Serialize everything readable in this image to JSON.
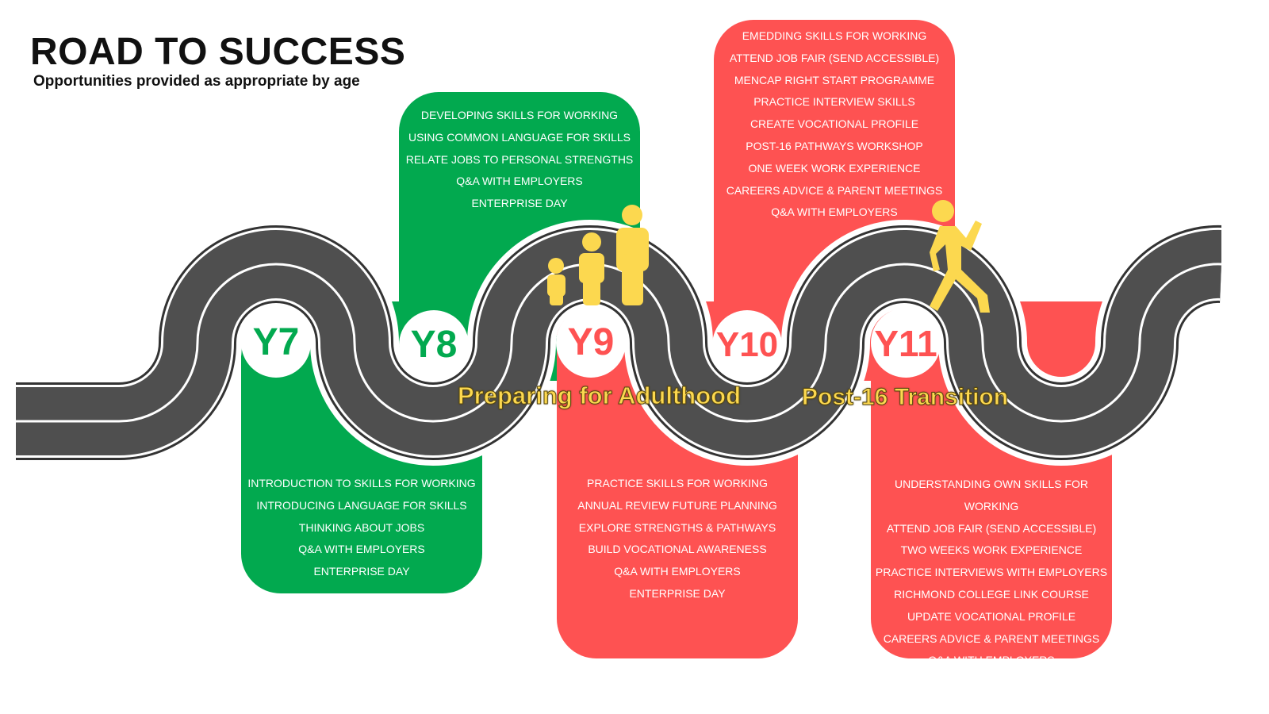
{
  "header": {
    "title": "ROAD TO SUCCESS",
    "subtitle": "Opportunities provided as appropriate by age"
  },
  "stages": {
    "preparing": "Preparing for Adulthood",
    "post16": "Post-16 Transition"
  },
  "colors": {
    "green": "#02a94f",
    "red": "#fe5252",
    "yellow": "#fcd84f",
    "road": "#4f4f4f"
  },
  "years": [
    {
      "label": "Y7",
      "items": [
        "INTRODUCTION TO SKILLS FOR WORKING",
        "INTRODUCING LANGUAGE FOR SKILLS",
        "THINKING ABOUT JOBS",
        "Q&A WITH EMPLOYERS",
        "ENTERPRISE DAY"
      ]
    },
    {
      "label": "Y8",
      "items": [
        "DEVELOPING SKILLS FOR WORKING",
        "USING COMMON LANGUAGE FOR  SKILLS",
        "RELATE JOBS TO PERSONAL STRENGTHS",
        "Q&A WITH EMPLOYERS",
        "ENTERPRISE DAY"
      ]
    },
    {
      "label": "Y9",
      "items": [
        "PRACTICE SKILLS FOR WORKING",
        "ANNUAL REVIEW FUTURE PLANNING",
        "EXPLORE  STRENGTHS & PATHWAYS",
        "BUILD VOCATIONAL AWARENESS",
        "Q&A WITH EMPLOYERS",
        "ENTERPRISE DAY"
      ]
    },
    {
      "label": "Y10",
      "items": [
        "EMEDDING SKILLS FOR WORKING",
        "ATTEND JOB FAIR (SEND ACCESSIBLE)",
        "MENCAP RIGHT START PROGRAMME",
        "PRACTICE INTERVIEW SKILLS",
        "CREATE VOCATIONAL PROFILE",
        "POST-16 PATHWAYS WORKSHOP",
        "ONE WEEK WORK EXPERIENCE",
        "CAREERS ADVICE & PARENT MEETINGS",
        "Q&A WITH EMPLOYERS"
      ]
    },
    {
      "label": "Y11",
      "items": [
        "UNDERSTANDING OWN SKILLS FOR WORKING",
        "ATTEND JOB FAIR (SEND ACCESSIBLE)",
        "TWO WEEKS WORK EXPERIENCE",
        "PRACTICE INTERVIEWS WITH EMPLOYERS",
        "RICHMOND COLLEGE LINK COURSE",
        "UPDATE VOCATIONAL PROFILE",
        "CAREERS ADVICE & PARENT MEETINGS",
        "Q&A WITH EMPLOYERS"
      ]
    }
  ]
}
